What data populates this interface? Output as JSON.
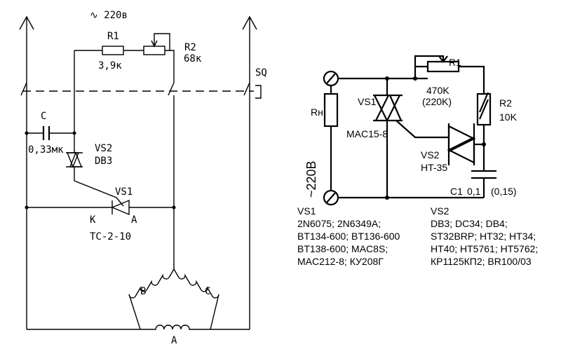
{
  "left_circuit": {
    "supply_label": "∿ 220в",
    "r1_name": "R1",
    "r1_value": "3,9к",
    "r2_name": "R2",
    "r2_value": "68к",
    "switch_label": "SQ",
    "c_name": "C",
    "c_value": "0,33мк",
    "vs2_name": "VS2",
    "vs2_part": "DB3",
    "vs1_name": "VS1",
    "cathode_label": "К",
    "anode_label": "А",
    "vs1_part": "ТС-2-10",
    "winding_b": "В",
    "winding_c": "С",
    "winding_a": "А"
  },
  "right_circuit": {
    "load_label": "Rн",
    "vs1_name": "VS1",
    "vs1_part": "MAC15-8",
    "r1_name": "R1",
    "r1_value_1": "470K",
    "r1_value_2": "(220K)",
    "r2_name": "R2",
    "r2_value": "10K",
    "vs2_name": "VS2",
    "vs2_part": "HT-35",
    "supply_label": "~220В",
    "c1_name": "C1",
    "c1_value": "0,1",
    "c1_alt_value": "(0,15)"
  },
  "parts_list": {
    "vs1_title": "VS1",
    "vs1_lines": [
      "2N6075; 2N6349A;",
      "BT134-600; BT136-600",
      "BT138-600; MAC8S;",
      "MAC212-8; КУ208Г"
    ],
    "vs2_title": "VS2",
    "vs2_lines": [
      "DB3; DC34; DB4;",
      "ST32BRP; HT32; HT34;",
      "HT40; HT5761; HT5762;",
      "КР1125КП2; BR100/03"
    ]
  }
}
